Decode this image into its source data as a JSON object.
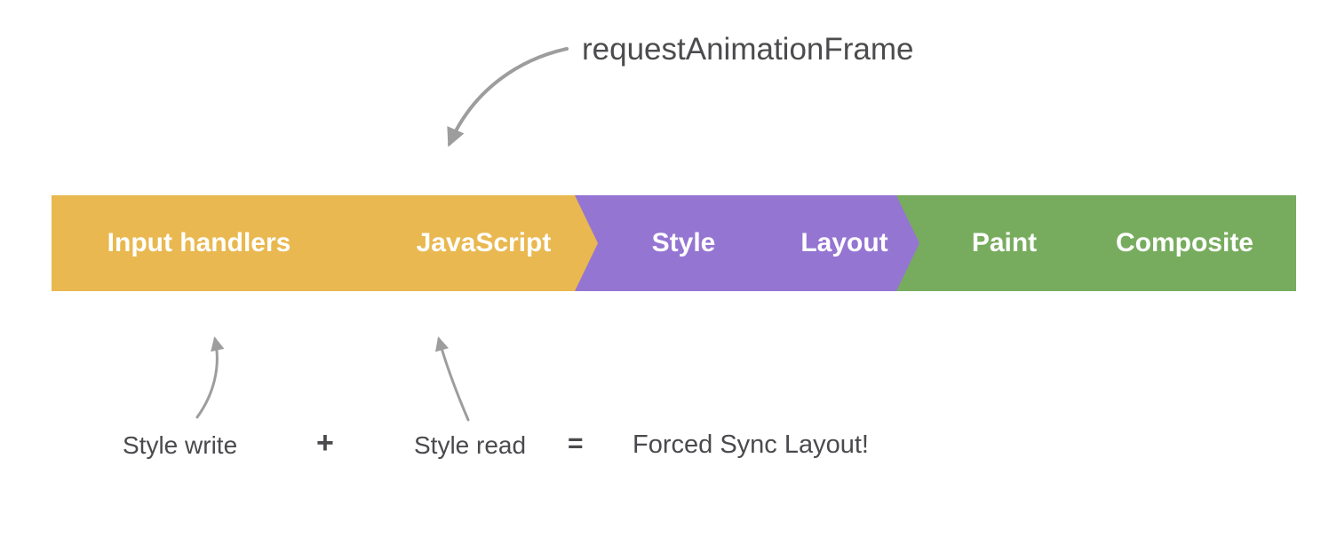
{
  "background": "#ffffff",
  "annotations": {
    "raf_label": "requestAnimationFrame",
    "style_write": "Style write",
    "plus": "+",
    "style_read": "Style read",
    "equals": "=",
    "result": "Forced Sync Layout!"
  },
  "pipeline": {
    "stages": [
      {
        "label": "Input handlers",
        "color": "#e9b850"
      },
      {
        "label": "JavaScript",
        "color": "#e9b850"
      },
      {
        "label": "Style",
        "color": "#9575d2"
      },
      {
        "label": "Layout",
        "color": "#9575d2"
      },
      {
        "label": "Paint",
        "color": "#77ac5e"
      },
      {
        "label": "Composite",
        "color": "#77ac5e"
      }
    ],
    "stage_text_color": "#ffffff"
  },
  "colors": {
    "arrow": "#9d9d9d",
    "annotation_text": "#4a4a4e"
  }
}
